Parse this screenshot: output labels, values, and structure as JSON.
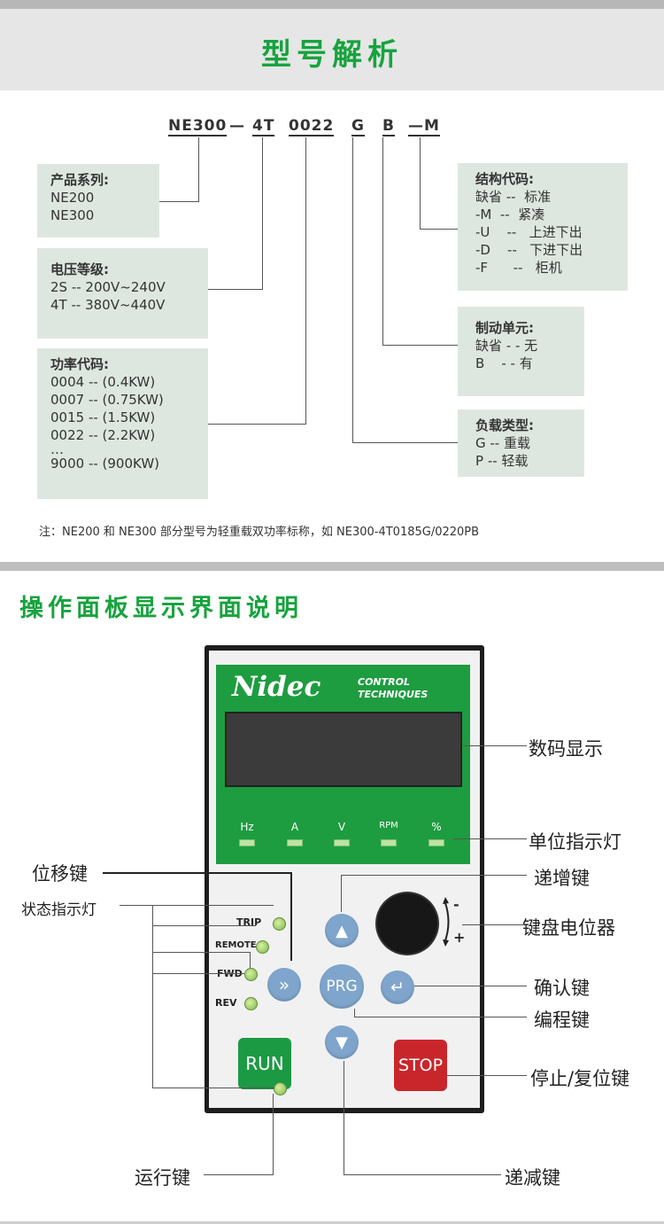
{
  "section1": {
    "title": "型号解析",
    "code_parts": [
      "NE300",
      "—",
      "4T",
      "0022",
      "G",
      "B",
      "—M"
    ],
    "series_box": {
      "title": "产品系列:",
      "lines": [
        "NE200",
        "NE300"
      ]
    },
    "voltage_box": {
      "title": "电压等级:",
      "lines": [
        "2S -- 200V~240V",
        "4T -- 380V~440V"
      ]
    },
    "power_box": {
      "title": "功率代码:",
      "lines": [
        "0004 -- (0.4KW)",
        "0007 -- (0.75KW)",
        "0015 -- (1.5KW)",
        "0022 -- (2.2KW)",
        "…",
        "9000 -- (900KW)"
      ]
    },
    "structure_box": {
      "title": "结构代码:",
      "lines": [
        "缺省 --  标准",
        "-M  --  紧凑",
        "-U    --   上进下出",
        "-D    --   下进下出",
        "-F      --   柜机"
      ]
    },
    "brake_box": {
      "title": "制动单元:",
      "lines": [
        "缺省 - - 无",
        "B    - - 有"
      ]
    },
    "load_box": {
      "title": "负载类型:",
      "lines": [
        "G -- 重载",
        "P -- 轻载"
      ]
    },
    "note": "注：NE200 和 NE300 部分型号为轻重载双功率标称，如 NE300-4T0185G/0220PB"
  },
  "section2": {
    "title": "操作面板显示界面说明",
    "brand": "Nidec",
    "brand_sub1": "CONTROL",
    "brand_sub2": "TECHNIQUES",
    "units": [
      "Hz",
      "A",
      "V",
      "RPM",
      "%"
    ],
    "status_leds": [
      "TRIP",
      "REMOTE",
      "FWD",
      "REV"
    ],
    "buttons": {
      "shift": "»",
      "up": "▲",
      "prg": "PRG",
      "enter": "↵",
      "down": "▼",
      "run": "RUN",
      "stop": "STOP"
    },
    "knob_minus": "-",
    "knob_plus": "+",
    "labels": {
      "digital_display": "数码显示",
      "unit_indicator": "单位指示灯",
      "shift_key": "位移键",
      "status_indicator": "状态指示灯",
      "increment_key": "递增键",
      "keypad_pot": "键盘电位器",
      "confirm_key": "确认键",
      "program_key": "编程键",
      "stop_reset_key": "停止/复位键",
      "run_key": "运行键",
      "decrement_key": "递减键"
    }
  }
}
